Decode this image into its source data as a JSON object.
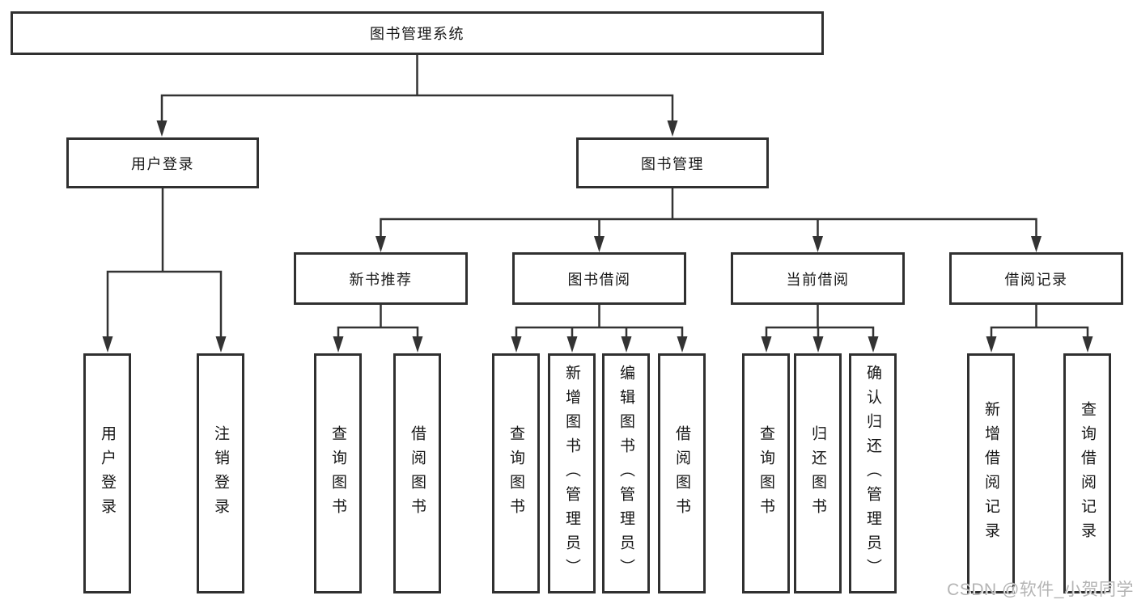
{
  "diagram": {
    "type": "tree",
    "colors": {
      "border": "#303030",
      "line": "#333333",
      "text": "#161616",
      "background": "#ffffff"
    },
    "tree": {
      "label": "图书管理系统",
      "children": [
        {
          "label": "用户登录",
          "children": [
            {
              "label": "用户登录"
            },
            {
              "label": "注销登录"
            }
          ]
        },
        {
          "label": "图书管理",
          "children": [
            {
              "label": "新书推荐",
              "children": [
                {
                  "label": "查询图书"
                },
                {
                  "label": "借阅图书"
                }
              ]
            },
            {
              "label": "图书借阅",
              "children": [
                {
                  "label": "查询图书"
                },
                {
                  "label": "新增图书（管理员）"
                },
                {
                  "label": "编辑图书（管理员）"
                },
                {
                  "label": "借阅图书"
                }
              ]
            },
            {
              "label": "当前借阅",
              "children": [
                {
                  "label": "查询图书"
                },
                {
                  "label": "归还图书"
                },
                {
                  "label": "确认归还（管理员）"
                }
              ]
            },
            {
              "label": "借阅记录",
              "children": [
                {
                  "label": "新增借阅记录"
                },
                {
                  "label": "查询借阅记录"
                }
              ]
            }
          ]
        }
      ]
    }
  },
  "watermark": {
    "text": "CSDN @软件_小贺同学",
    "color": "#b4b4b4"
  }
}
